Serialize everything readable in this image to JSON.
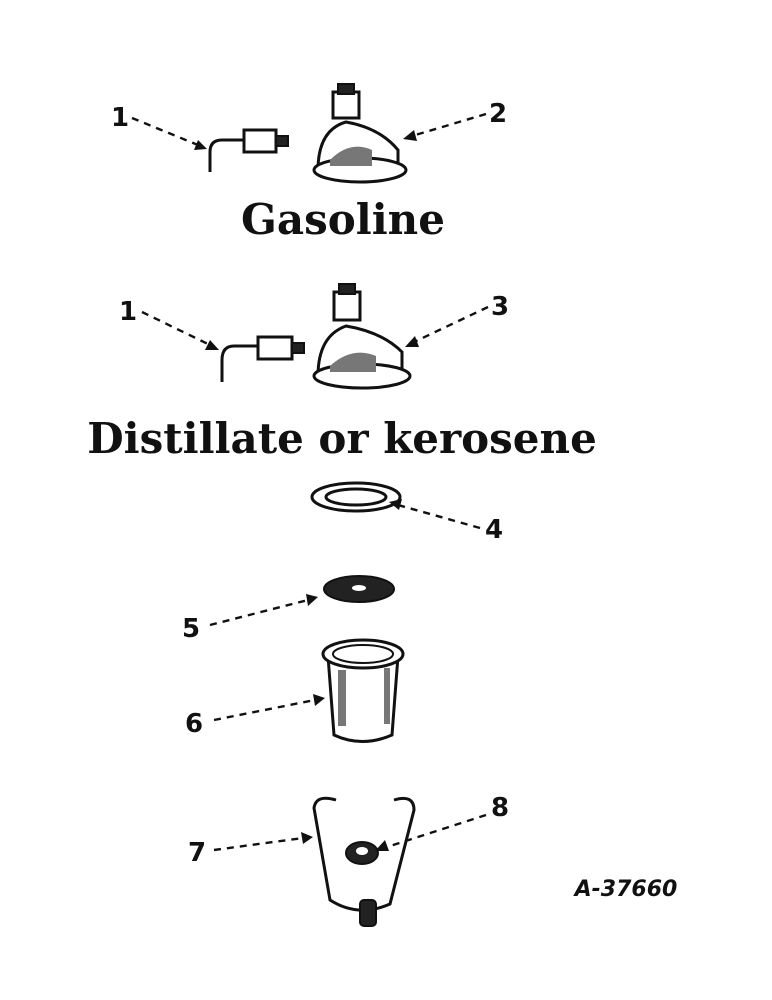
{
  "captions": {
    "gasoline": "Gasoline",
    "distillate": "Distillate or kerosene"
  },
  "callouts": [
    "1",
    "2",
    "1",
    "3",
    "4",
    "5",
    "6",
    "7",
    "8"
  ],
  "reference_code": "A-37660",
  "colors": {
    "ink": "#111111",
    "background": "#ffffff"
  }
}
